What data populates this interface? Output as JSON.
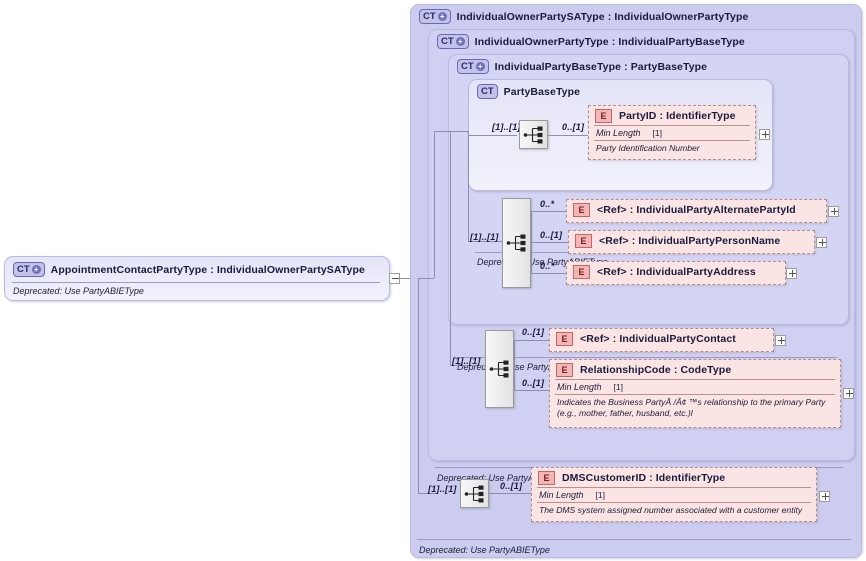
{
  "diagram": {
    "kind": "xsd-complextype-diagram",
    "root": {
      "badge": "CT",
      "title": "AppointmentContactPartyType : IndividualOwnerPartySAType",
      "footer": "Deprecated: Use PartyABIEType"
    },
    "containers": [
      {
        "badge": "CT",
        "title": "IndividualOwnerPartySAType : IndividualOwnerPartyType",
        "footer": "Deprecated: Use PartyABIEType"
      },
      {
        "badge": "CT",
        "title": "IndividualOwnerPartyType : IndividualPartyBaseType",
        "footer": "Deprecated: Use PartyABIEType"
      },
      {
        "badge": "CT",
        "title": "IndividualPartyBaseType : PartyBaseType",
        "footer": "Deprecated: Use PartyABIEType"
      },
      {
        "badge": "CT",
        "title": "PartyBaseType",
        "footer": "Deprecated: Use PartyABIEType"
      }
    ],
    "elements": {
      "party_id": {
        "badge": "E",
        "name": "PartyID   : IdentifierType",
        "facet_name": "Min Length",
        "facet_value": "[1]",
        "doc": "Party Identification Number",
        "cardinality": "0..[1]"
      },
      "alternate_party_id": {
        "badge": "E",
        "name": "<Ref>       : IndividualPartyAlternatePartyId",
        "cardinality": "0..*"
      },
      "person_name": {
        "badge": "E",
        "name": "<Ref>        : IndividualPartyPersonName",
        "cardinality": "0..[1]"
      },
      "party_address": {
        "badge": "E",
        "name": "<Ref>       : IndividualPartyAddress",
        "cardinality": "0..*"
      },
      "party_contact": {
        "badge": "E",
        "name": "<Ref>      : IndividualPartyContact",
        "cardinality": "0..[1]"
      },
      "relationship_code": {
        "badge": "E",
        "name": "RelationshipCode : CodeType",
        "facet_name": "Min Length",
        "facet_value": "[1]",
        "doc": "Indicates the Business PartyÂ /Â¢ ™s relationship to the primary Party (e.g., mother, father, husband, etc.)l",
        "cardinality": "0..[1]"
      },
      "dms_customer_id": {
        "badge": "E",
        "name": "DMSCustomerID : IdentifierType",
        "facet_name": "Min Length",
        "facet_value": "[1]",
        "doc": "The DMS system assigned number associated with a customer entity",
        "cardinality": "0..[1]"
      }
    },
    "sequence_cardinalities": {
      "party_base_seq": "[1]..[1]",
      "individual_base_seq": "[1]..[1]",
      "individual_owner_seq": "[1]..[1]",
      "owner_sa_seq": "[1]..[1]"
    },
    "icons": {
      "sequence": "sequence-compositor-icon",
      "expand": "+",
      "collapse": "-"
    },
    "colors": {
      "container_fill": "#ccccf0",
      "element_fill": "#fbe4e4",
      "element_badge": "#f3b5b5",
      "ct_badge": "#c3c3ea",
      "line": "#8e8eaa"
    }
  }
}
